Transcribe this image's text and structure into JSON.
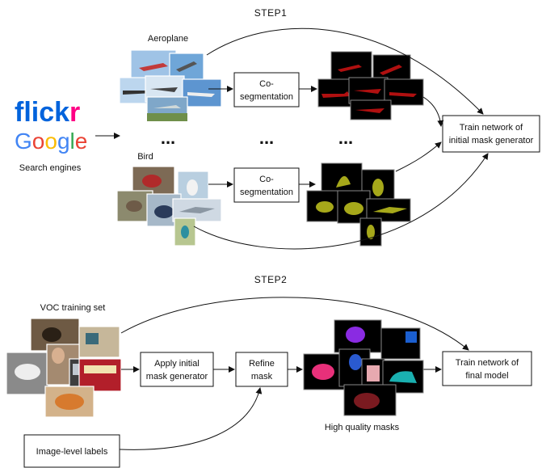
{
  "step1": {
    "title": "STEP1",
    "engines_label": "Search engines",
    "flickr_logo": {
      "text": "flickr",
      "colors": [
        "#0063dc",
        "#ff0084"
      ]
    },
    "google_logo": {
      "text": "Google",
      "colors": [
        "#4285f4",
        "#ea4335",
        "#fbbc05",
        "#4285f4",
        "#34a853",
        "#ea4335"
      ]
    },
    "class_aeroplane": "Aeroplane",
    "class_bird": "Bird",
    "coseg_top": [
      "Co-",
      "segmentation"
    ],
    "coseg_bottom": [
      "Co-",
      "segmentation"
    ],
    "ellipsis": "...",
    "train_box": [
      "Train network of",
      "initial mask generator"
    ]
  },
  "step2": {
    "title": "STEP2",
    "voc_label": "VOC training set",
    "apply_box": [
      "Apply initial",
      "mask generator"
    ],
    "refine_box": [
      "Refine",
      "mask"
    ],
    "train_box": [
      "Train network of",
      "final model"
    ],
    "masks_label": "High quality masks",
    "labels_box": "Image-level labels"
  },
  "colors": {
    "plane_mask": "#b01010",
    "bird_mask": "#a6a81a",
    "mask_bg": "#000000"
  }
}
